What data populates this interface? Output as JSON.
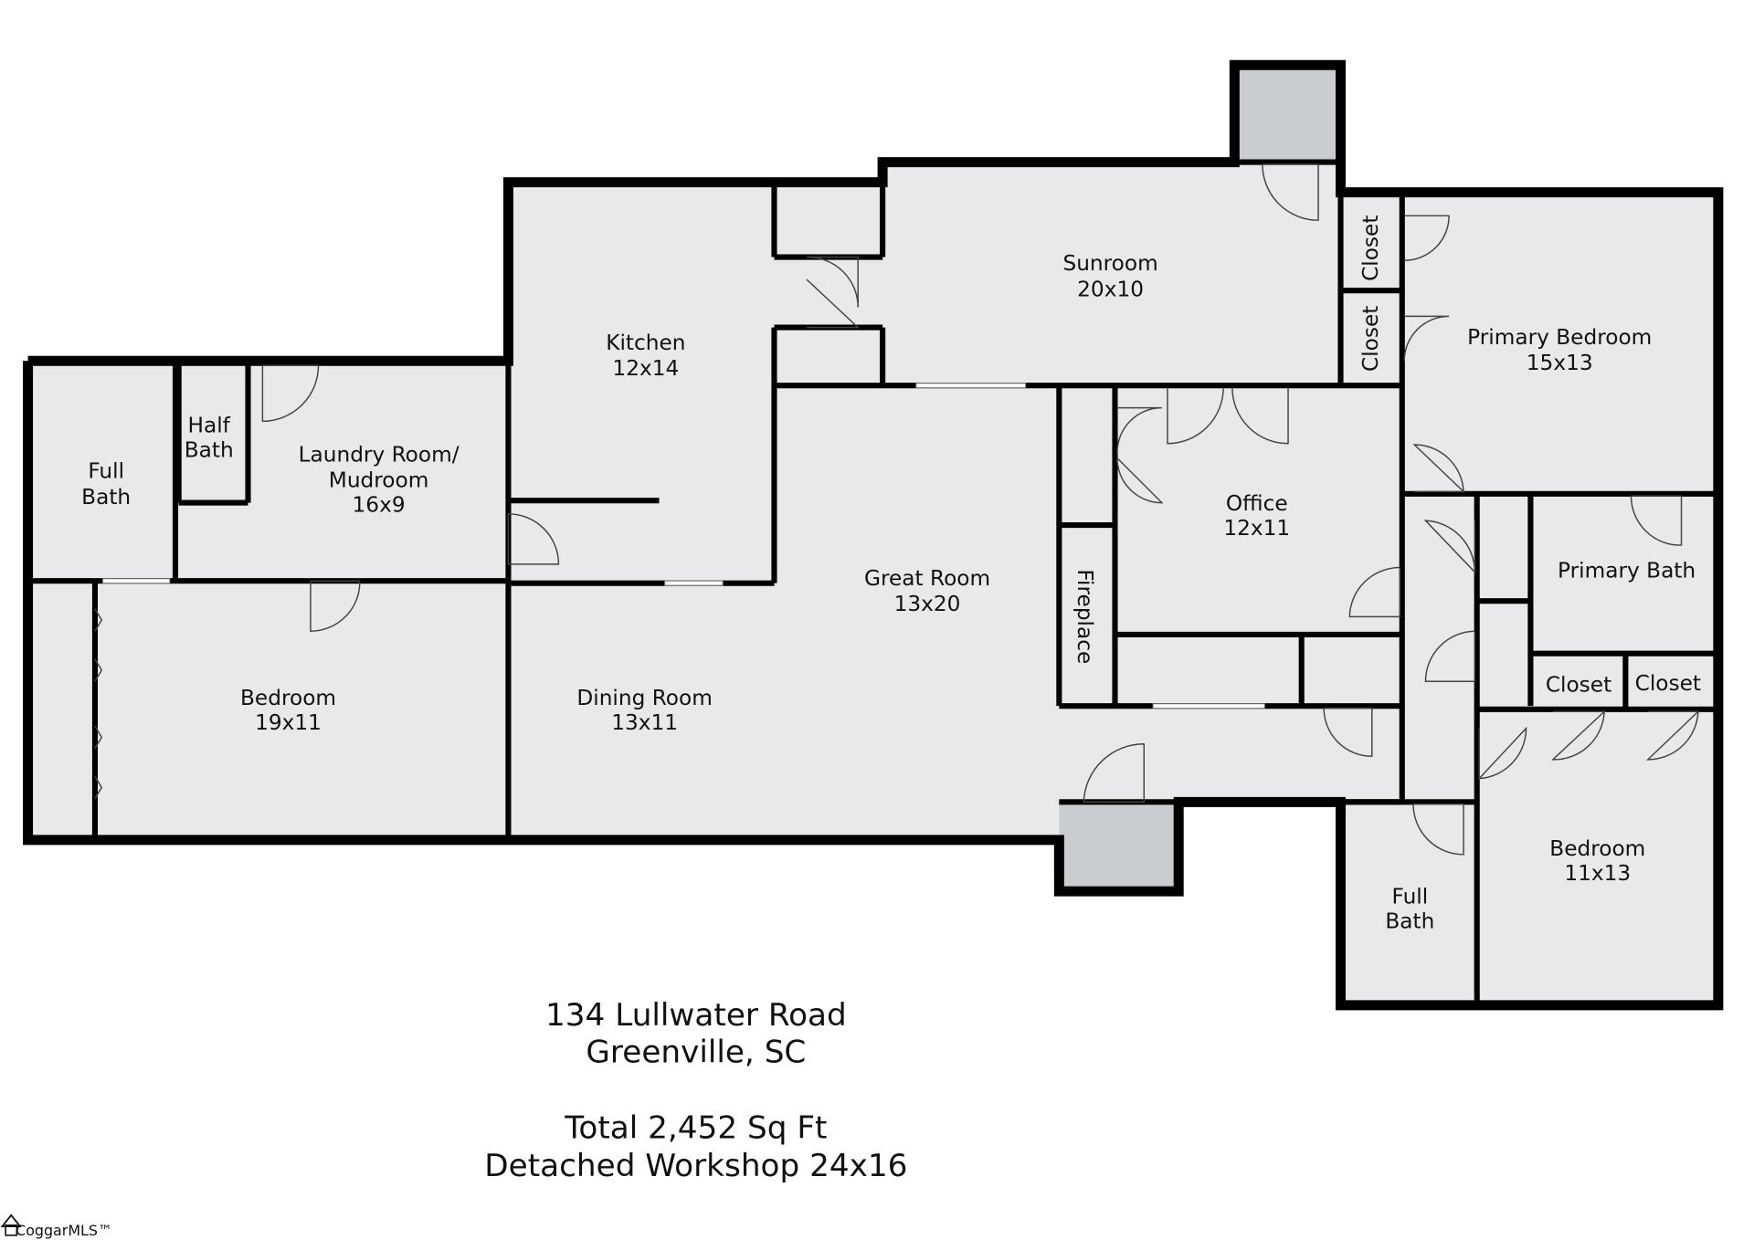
{
  "rooms": {
    "full_bath_left": {
      "name_line1": "Full",
      "name_line2": "Bath"
    },
    "half_bath": {
      "name_line1": "Half",
      "name_line2": "Bath"
    },
    "laundry": {
      "name_line1": "Laundry Room/",
      "name_line2": "Mudroom",
      "size": "16x9"
    },
    "kitchen": {
      "name": "Kitchen",
      "size": "12x14"
    },
    "sunroom": {
      "name": "Sunroom",
      "size": "20x10"
    },
    "closet_1": {
      "name": "Closet"
    },
    "closet_2": {
      "name": "Closet"
    },
    "primary_bedroom": {
      "name": "Primary Bedroom",
      "size": "15x13"
    },
    "office": {
      "name": "Office",
      "size": "12x11"
    },
    "fireplace": {
      "name": "Fireplace"
    },
    "great_room": {
      "name": "Great Room",
      "size": "13x20"
    },
    "primary_bath": {
      "name": "Primary Bath"
    },
    "closet_3": {
      "name": "Closet"
    },
    "closet_4": {
      "name": "Closet"
    },
    "bedroom_left": {
      "name": "Bedroom",
      "size": "19x11"
    },
    "dining_room": {
      "name": "Dining Room",
      "size": "13x11"
    },
    "bedroom_right": {
      "name": "Bedroom",
      "size": "11x13"
    },
    "full_bath_right": {
      "name_line1": "Full",
      "name_line2": "Bath"
    }
  },
  "caption": {
    "address_line1": "134 Lullwater Road",
    "address_line2": "Greenville, SC",
    "total": "Total 2,452 Sq Ft",
    "workshop": "Detached Workshop 24x16"
  },
  "watermark": {
    "text": "CoggarMLS™"
  }
}
